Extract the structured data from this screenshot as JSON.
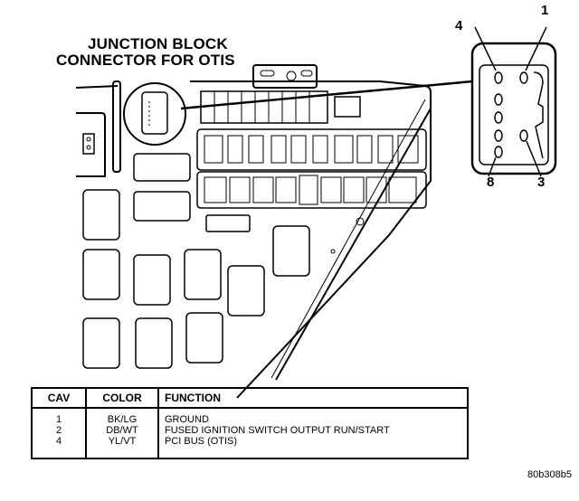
{
  "title": {
    "line1": "JUNCTION BLOCK",
    "line2": "CONNECTOR FOR OTIS"
  },
  "connector_pins": {
    "top_left": "4",
    "top_right": "1",
    "bottom_left": "8",
    "bottom_right": "3"
  },
  "table": {
    "headers": [
      "CAV",
      "COLOR",
      "FUNCTION"
    ],
    "rows": [
      {
        "cav": "1",
        "color": "BK/LG",
        "function": "GROUND"
      },
      {
        "cav": "2",
        "color": "DB/WT",
        "function": "FUSED IGNITION SWITCH OUTPUT RUN/START"
      },
      {
        "cav": "4",
        "color": "YL/VT",
        "function": "PCI BUS (OTIS)"
      }
    ]
  },
  "figure_code": "80b308b5"
}
